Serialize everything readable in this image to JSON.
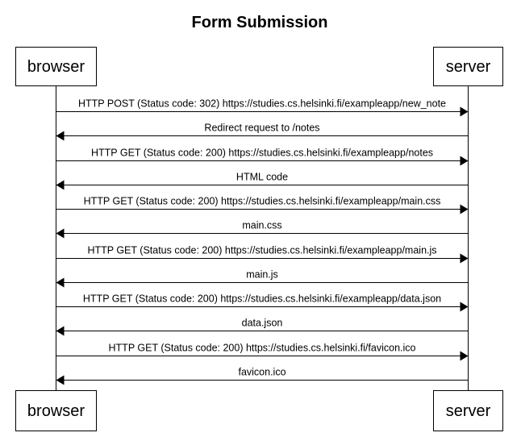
{
  "title": "Form Submission",
  "actors": {
    "browser": "browser",
    "server": "server"
  },
  "messages": [
    {
      "from": "browser",
      "to": "server",
      "label": "HTTP POST (Status code: 302) https://studies.cs.helsinki.fi/exampleapp/new_note"
    },
    {
      "from": "server",
      "to": "browser",
      "label": "Redirect request to /notes"
    },
    {
      "from": "browser",
      "to": "server",
      "label": "HTTP GET (Status code: 200) https://studies.cs.helsinki.fi/exampleapp/notes"
    },
    {
      "from": "server",
      "to": "browser",
      "label": "HTML code"
    },
    {
      "from": "browser",
      "to": "server",
      "label": "HTTP GET (Status code: 200) https://studies.cs.helsinki.fi/exampleapp/main.css"
    },
    {
      "from": "server",
      "to": "browser",
      "label": "main.css"
    },
    {
      "from": "browser",
      "to": "server",
      "label": "HTTP GET (Status code: 200) https://studies.cs.helsinki.fi/exampleapp/main.js"
    },
    {
      "from": "server",
      "to": "browser",
      "label": "main.js"
    },
    {
      "from": "browser",
      "to": "server",
      "label": "HTTP GET (Status code: 200) https://studies.cs.helsinki.fi/exampleapp/data.json"
    },
    {
      "from": "server",
      "to": "browser",
      "label": "data.json"
    },
    {
      "from": "browser",
      "to": "server",
      "label": "HTTP GET (Status code: 200) https://studies.cs.helsinki.fi/favicon.ico"
    },
    {
      "from": "server",
      "to": "browser",
      "label": "favicon.ico"
    }
  ]
}
